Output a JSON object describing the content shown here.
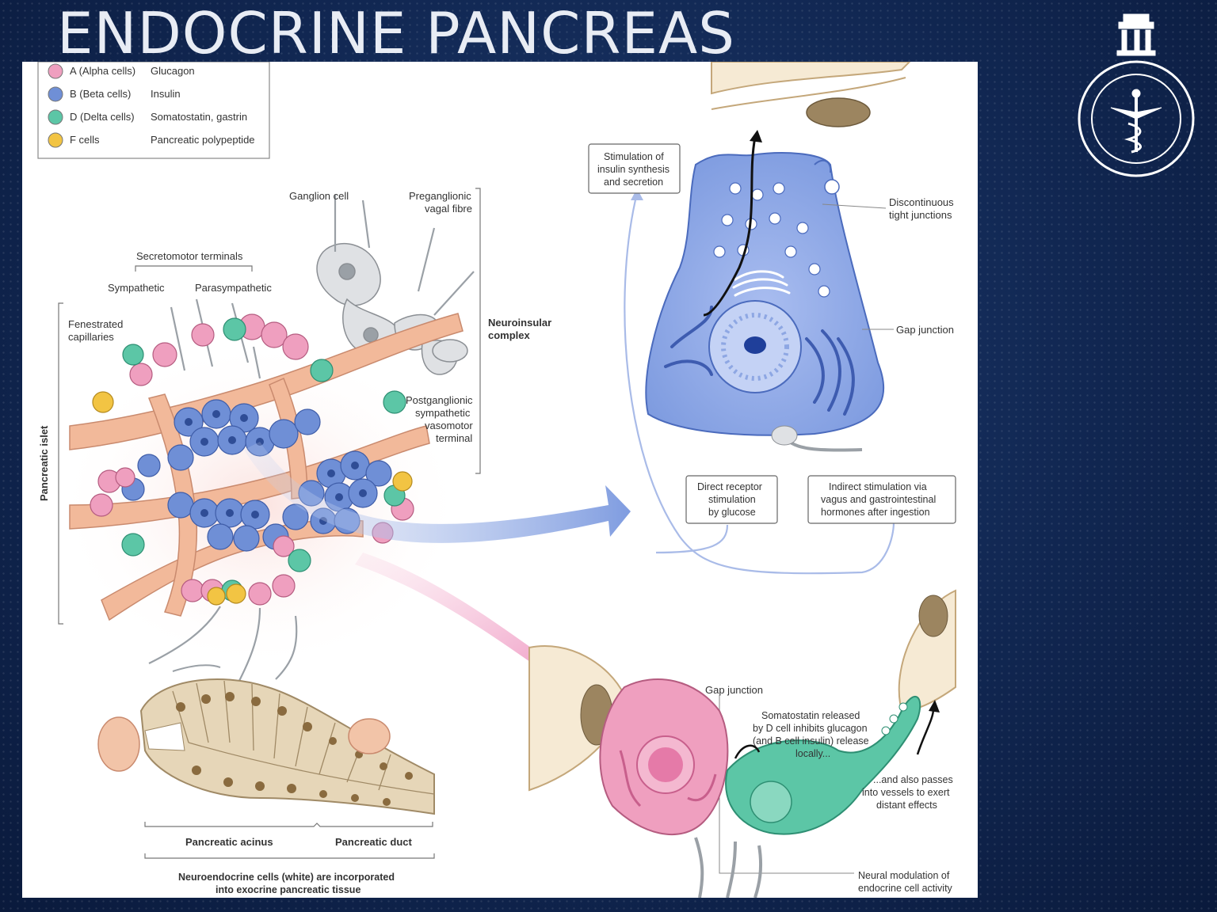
{
  "slide": {
    "title": "ENDOCRINE PANCREAS"
  },
  "legend": [
    {
      "cell": "A (Alpha cells)",
      "hormone": "Glucagon",
      "color": "#ef9fbf"
    },
    {
      "cell": "B (Beta cells)",
      "hormone": "Insulin",
      "color": "#6f8fd6"
    },
    {
      "cell": "D (Delta cells)",
      "hormone": "Somatostatin, gastrin",
      "color": "#5cc6a6"
    },
    {
      "cell": "F cells",
      "hormone": "Pancreatic polypeptide",
      "color": "#f2c443"
    }
  ],
  "labels": {
    "ganglion_cell": "Ganglion cell",
    "preganglionic_1": "Preganglionic",
    "preganglionic_2": "vagal fibre",
    "secretomotor": "Secretomotor terminals",
    "sympathetic": "Sympathetic",
    "parasympathetic": "Parasympathetic",
    "fenestrated_1": "Fenestrated",
    "fenestrated_2": "capillaries",
    "neuroinsular_1": "Neuroinsular",
    "neuroinsular_2": "complex",
    "postganglionic_1": "Postganglionic",
    "postganglionic_2": "sympathetic",
    "postganglionic_3": "vasomotor",
    "postganglionic_4": "terminal",
    "pancreatic_islet": "Pancreatic islet",
    "pancreatic_acinus": "Pancreatic acinus",
    "pancreatic_duct": "Pancreatic duct",
    "neuroendocrine_1": "Neuroendocrine cells (white) are incorporated",
    "neuroendocrine_2": "into exocrine pancreatic tissue",
    "stimulation_1": "Stimulation of",
    "stimulation_2": "insulin synthesis",
    "stimulation_3": "and secretion",
    "discontinuous_1": "Discontinuous",
    "discontinuous_2": "tight junctions",
    "gap_junction": "Gap junction",
    "direct_1": "Direct receptor",
    "direct_2": "stimulation",
    "direct_3": "by glucose",
    "indirect_1": "Indirect stimulation via",
    "indirect_2": "vagus and gastrointestinal",
    "indirect_3": "hormones after ingestion",
    "gap_junction_2": "Gap junction",
    "somato_1": "Somatostatin released",
    "somato_2": "by D cell inhibits glucagon",
    "somato_3": "(and B cell insulin) release",
    "somato_4": "locally...",
    "passes_1": "...and also passes",
    "passes_2": "into vessels to exert",
    "passes_3": "distant effects",
    "neural_1": "Neural modulation of",
    "neural_2": "endocrine cell activity"
  },
  "colors": {
    "background": "#112752",
    "alpha": "#ef9fbf",
    "beta": "#6f8fd6",
    "delta": "#5cc6a6",
    "f_cell": "#f2c443",
    "capillary": "#f2b99a",
    "acinus": "#e6d6b8"
  },
  "icons": {
    "logo": "institute-seal-with-caduceus-icon"
  }
}
